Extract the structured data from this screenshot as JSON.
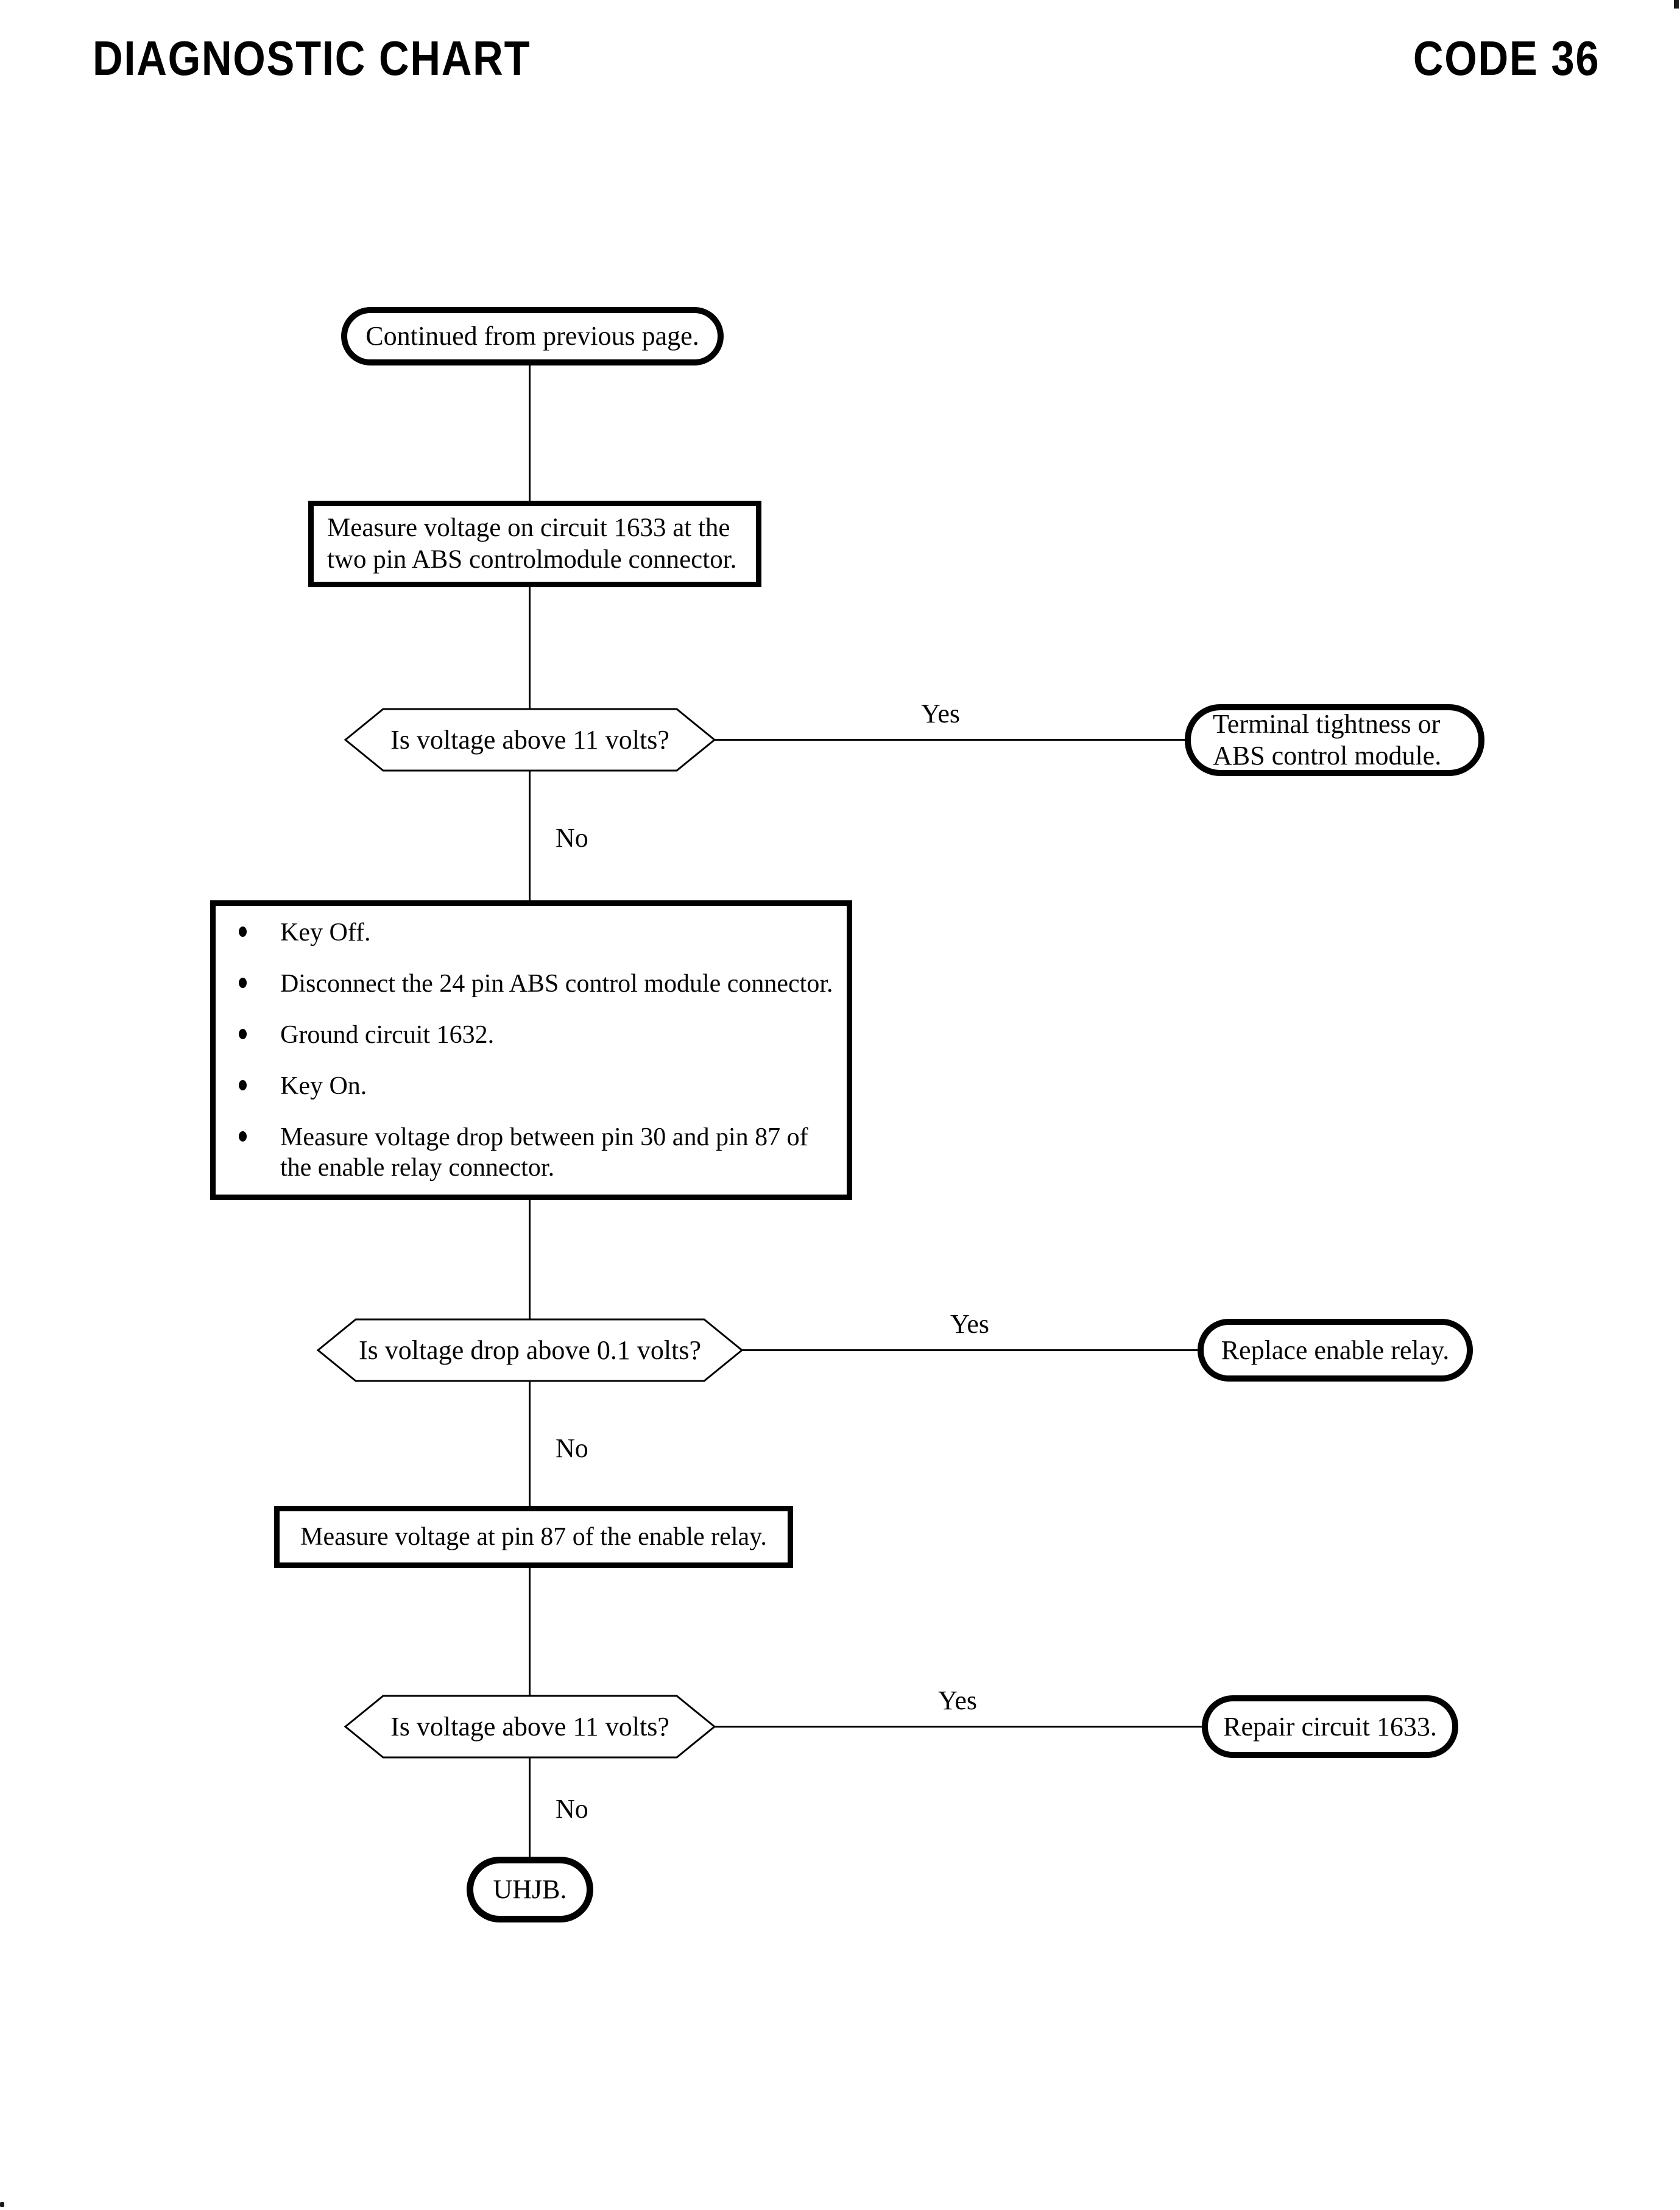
{
  "header": {
    "title": "DIAGNOSTIC CHART",
    "code": "CODE 36"
  },
  "flowchart": {
    "start": {
      "text": "Continued from previous page."
    },
    "measure_1633": {
      "line1": "Measure voltage on circuit 1633 at the",
      "line2": "two pin ABS controlmodule connector."
    },
    "decision_volts_1": {
      "text": "Is voltage above 11 volts?"
    },
    "terminal_tightness": {
      "line1": "Terminal tightness or",
      "line2": "ABS control module."
    },
    "procedure": {
      "bullets": [
        "Key Off.",
        "Disconnect the 24 pin ABS control module connector.",
        "Ground circuit 1632.",
        "Key On.",
        "Measure voltage drop between pin 30 and pin 87 of the enable relay connector."
      ]
    },
    "decision_voltage_drop": {
      "text": "Is voltage drop above 0.1 volts?"
    },
    "replace_relay": {
      "text": "Replace enable relay."
    },
    "measure_pin87": {
      "text": "Measure voltage at pin 87 of the enable relay."
    },
    "decision_volts_2": {
      "text": "Is voltage above 11 volts?"
    },
    "repair_1633": {
      "text": "Repair circuit 1633."
    },
    "end": {
      "text": "UHJB."
    },
    "labels": {
      "yes": "Yes",
      "no": "No"
    }
  },
  "colors": {
    "ink": "#000000",
    "paper": "#ffffff"
  }
}
